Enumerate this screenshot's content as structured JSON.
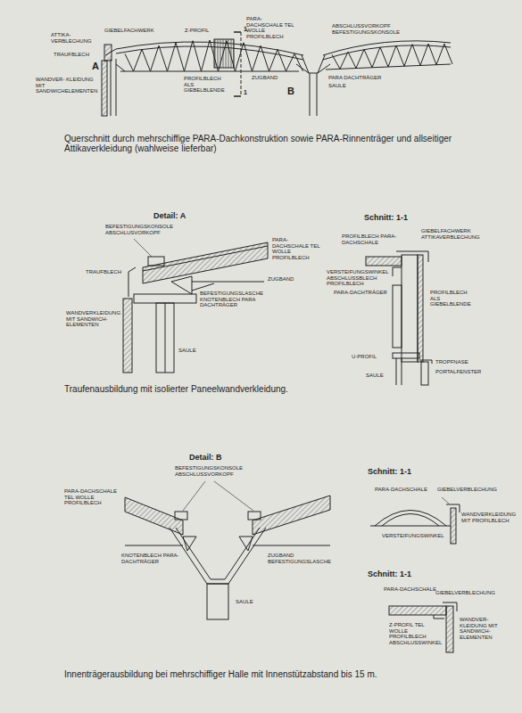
{
  "diagram": {
    "labels": [
      "GIEBELFACHWERK",
      "Z-PROFIL",
      "PARA-DACHSCHALE TEL WOLLE PROFILBLECH",
      "ABSCHLUSSVORKOPF BEFESTIGUNGSKONSOLE",
      "ATTIKA-VERBLECHUNG",
      "TRAUFBLECH",
      "1",
      "1",
      "A",
      "B",
      "WANDVER- KLEIDUNG MIT SANDWICHELEMENTEN",
      "PROFILBLECH ALS GIEBELBLENDE",
      "ZUGBAND",
      "PARA DACHTRÄGER",
      "SAULE",
      "Querschnitt durch mehrschiffige PARA-Dachkonstruktion sowie PARA-Rinnenträger und allseitiger Attikaverkleidung (wahlweise lieferbar)",
      "Detail: A",
      "BEFESTIGUNGSKONSOLE ABSCHLUSVORKOPF",
      "PARA-DACHSCHALE TEL WOLLE PROFILBLECH",
      "TRAUFBLECH",
      "ZUGBAND",
      "BEFESTIGUNGSLASCHE KNOTENBLECH PARA DACHTRÄGER",
      "WANDVERKLEIDUNG MIT SANDWICH- ELEMENTEN",
      "SAULE",
      "Schnitt: 1-1",
      "PROFILBLECH PARA-DACHSCHALE",
      "GIEBELFACHWERK ATTIKAVERBLECHUNG",
      "VERSTEIFUNGSWINKEL ABSCHLUSSBLECH PROFILBLECH",
      "PROFILBLECH ALS GIEBELBLENDE",
      "PARA-DACHTRÄGER",
      "U-PROFIL",
      "TROPFNASE",
      "SAULE",
      "PORTALFENSTER",
      "Traufenausbildung mit isolierter Paneelwandverkleidung.",
      "Detail: B",
      "BEFESTIGUNGSKONSOLE ABSCHLUSSVORKOPF",
      "PARA-DACHSCHALE TEL WOLLE PROFILBLECH",
      "KNOTENBLECH PARA-DACHTRÄGER",
      "ZUGBAND BEFESTIGUNGSLASCHE",
      "SAULE",
      "Schnitt: 1-1",
      "PARA-DACHSCHALE",
      "GIEBELVERBLECHUNG",
      "VERSTEIFUNGSWINKEL",
      "WANDVERKLEIDUNG MIT PROFILBLECH",
      "Schnitt: 1-1",
      "PARA-DACHSCHALE",
      "GIEBELVERBLECHUNG",
      "Z-PROFIL TEL WOLLE PROFILBLECH ABSCHLUSSWINKEL",
      "WANDVER- KLEIDUNG MIT SANDWICH- ELEMENTEN",
      "Innenträgerausbildung bei mehrschiffiger Halle mit Innenstützabstand bis 15 m."
    ]
  }
}
